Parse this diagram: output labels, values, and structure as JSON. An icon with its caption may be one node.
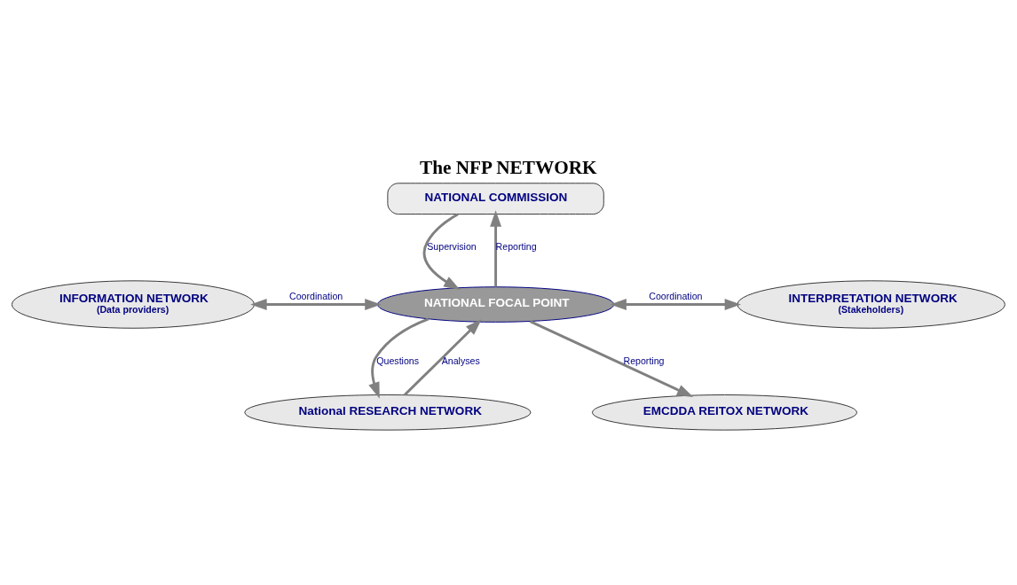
{
  "diagram": {
    "title": "The NFP NETWORK",
    "nodes": [
      {
        "text": [
          "NATIONAL COMMISSION"
        ]
      },
      {
        "text": [
          "INFORMATION NETWORK",
          "(Data providers)"
        ]
      },
      {
        "text": [
          "NATIONAL FOCAL POINT"
        ]
      },
      {
        "text": [
          "INTERPRETATION NETWORK",
          "(Stakeholders)"
        ]
      },
      {
        "text": [
          "National RESEARCH NETWORK"
        ]
      },
      {
        "text": [
          "EMCDDA REITOX NETWORK"
        ]
      }
    ],
    "edges": [
      {
        "from": 0,
        "to": 2,
        "arrow": "to",
        "label": "Supervision"
      },
      {
        "from": 2,
        "to": 0,
        "arrow": "to",
        "label": "Reporting"
      },
      {
        "from": 1,
        "to": 2,
        "arrow": "both",
        "label": "Coordination"
      },
      {
        "from": 2,
        "to": 3,
        "arrow": "both",
        "label": "Coordination"
      },
      {
        "from": 2,
        "to": 4,
        "arrow": "to",
        "label": "Questions"
      },
      {
        "from": 4,
        "to": 2,
        "arrow": "to",
        "label": "Analyses"
      },
      {
        "from": 2,
        "to": 5,
        "arrow": "to",
        "label": "Reporting"
      }
    ]
  }
}
